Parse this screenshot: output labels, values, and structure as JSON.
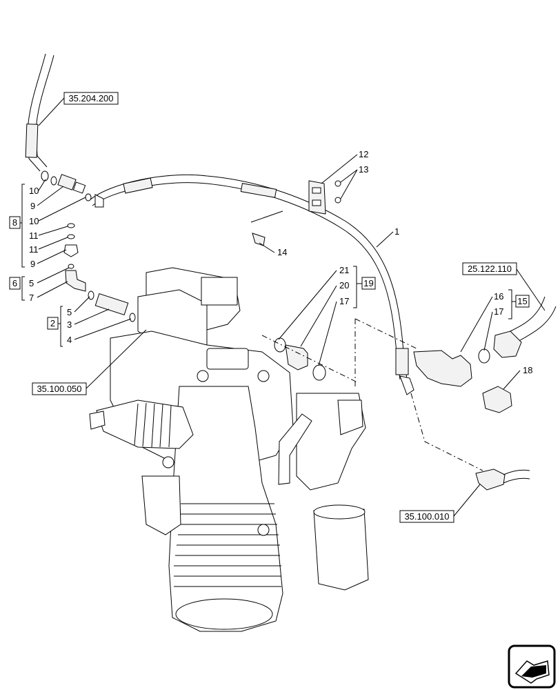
{
  "references": {
    "top_left": "35.204.200",
    "right_top": "25.122.110",
    "left_mid": "35.100.050",
    "right_bottom": "35.100.010"
  },
  "groups": {
    "g8": "8",
    "g6": "6",
    "g2": "2",
    "g19": "19",
    "g15": "15"
  },
  "callouts": {
    "c10a": "10",
    "c9a": "9",
    "c10b": "10",
    "c11a": "11",
    "c11b": "11",
    "c9b": "9",
    "c5a": "5",
    "c7": "7",
    "c5b": "5",
    "c3": "3",
    "c4": "4",
    "c12": "12",
    "c13": "13",
    "c14": "14",
    "c1": "1",
    "c21": "21",
    "c20": "20",
    "c17a": "17",
    "c16": "16",
    "c17b": "17",
    "c18": "18"
  },
  "icons": {
    "nav": "arrow-navigation-icon"
  }
}
